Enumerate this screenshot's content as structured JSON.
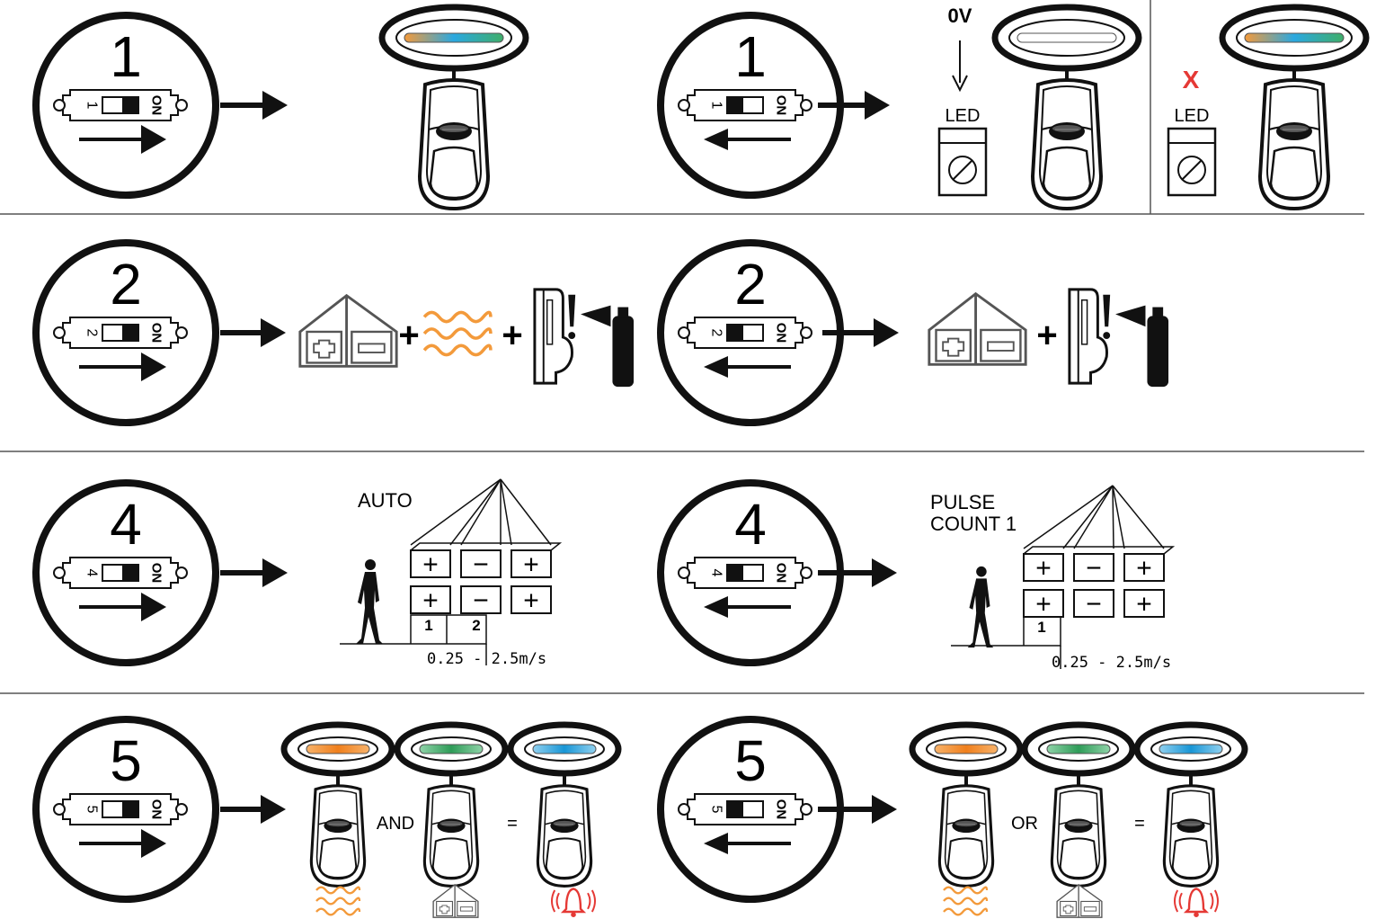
{
  "colors": {
    "line": "#111111",
    "orange": "#f39a3b",
    "blue": "#2aa8e0",
    "green": "#3fae6a",
    "red": "#e53935",
    "divider": "#555555"
  },
  "icons": {
    "sensor": "motion-detector-icon",
    "dip_switch": "dip-switch-icon",
    "microwave": "microwave-house-icon",
    "pir_heat": "heat-wave-icon",
    "antimask": "anti-mask-spray-icon",
    "walker": "walking-person-icon",
    "alarm": "alarm-bell-icon"
  },
  "row1": {
    "on": {
      "number": "1",
      "switch_label": "1",
      "on_label": "ON",
      "led_colors": [
        "orange",
        "blue",
        "green"
      ]
    },
    "off": {
      "number": "1",
      "switch_label": "1",
      "on_label": "ON",
      "voltage_label": "0V",
      "led_label": "LED",
      "no_voltage_mark": "X",
      "led_label_2": "LED"
    }
  },
  "row2": {
    "on": {
      "number": "2",
      "switch_label": "2",
      "on_label": "ON",
      "plus_1": "+",
      "plus_2": "+",
      "alert_mark": "!"
    },
    "off": {
      "number": "2",
      "switch_label": "2",
      "on_label": "ON",
      "plus_1": "+",
      "alert_mark": "!"
    }
  },
  "row4": {
    "on": {
      "number": "4",
      "switch_label": "4",
      "on_label": "ON",
      "mode_label": "AUTO",
      "zone_labels": [
        "1",
        "2"
      ],
      "speed_label": "0.25 - 2.5m/s",
      "grid": [
        [
          "+",
          "−",
          "+"
        ],
        [
          "+",
          "−",
          "+"
        ]
      ]
    },
    "off": {
      "number": "4",
      "switch_label": "4",
      "on_label": "ON",
      "mode_label_line1": "PULSE",
      "mode_label_line2": "COUNT 1",
      "zone_labels": [
        "1"
      ],
      "speed_label": "0.25 - 2.5m/s",
      "grid": [
        [
          "+",
          "−",
          "+"
        ],
        [
          "+",
          "−",
          "+"
        ]
      ]
    }
  },
  "row5": {
    "on": {
      "number": "5",
      "switch_label": "5",
      "on_label": "ON",
      "logic_label": "AND",
      "equals_label": "=",
      "led_colors": [
        "orange",
        "green",
        "blue"
      ]
    },
    "off": {
      "number": "5",
      "switch_label": "5",
      "on_label": "ON",
      "logic_label": "OR",
      "equals_label": "=",
      "led_colors": [
        "orange",
        "green",
        "blue"
      ]
    }
  }
}
